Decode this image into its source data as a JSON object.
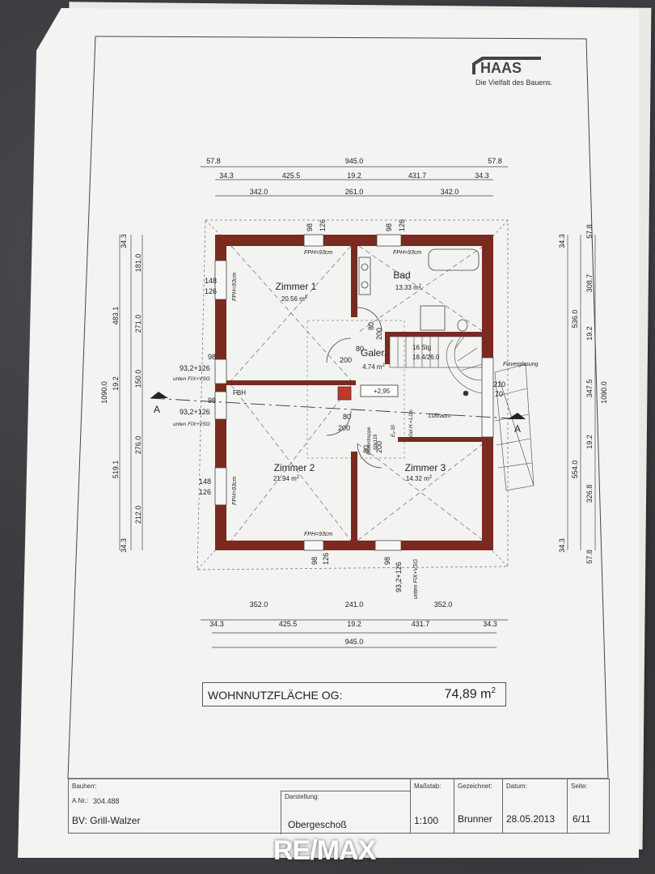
{
  "brand": {
    "name": "HAAS",
    "tagline": "Die Vielfalt des Bauens."
  },
  "dims_top": {
    "row1": [
      "57.8",
      "945.0",
      "57.8"
    ],
    "row2": [
      "34.3",
      "425.5",
      "19.2",
      "431.7",
      "34.3"
    ],
    "row3": [
      "342.0",
      "261.0",
      "342.0"
    ]
  },
  "dims_bottom": {
    "row1": [
      "352.0",
      "241.0",
      "352.0"
    ],
    "row2": [
      "34.3",
      "425.5",
      "19.2",
      "431.7",
      "34.3"
    ],
    "row3": "945.0"
  },
  "dims_left": {
    "outer": "1090.0",
    "mid": [
      "483.1",
      "19.2",
      "519.1"
    ],
    "inner": [
      "34.3",
      "181.0",
      "271.0",
      "150.0",
      "276.0",
      "212.0",
      "34.3"
    ]
  },
  "dims_right": {
    "outer": "1090.0",
    "mid": [
      "57.8",
      "536.0",
      "554.0",
      "57.8"
    ],
    "inner": [
      "34.3",
      "308.7",
      "19.2",
      "347.5",
      "19.2",
      "326.8",
      "34.3"
    ]
  },
  "rooms": {
    "zimmer1": {
      "name": "Zimmer 1",
      "area": "20.56 m"
    },
    "bad": {
      "name": "Bad",
      "area": "13.33 m"
    },
    "galer": {
      "name": "Galer.",
      "area": "4.74 m"
    },
    "zimmer2": {
      "name": "Zimmer 2",
      "area": "21.94 m"
    },
    "zimmer3": {
      "name": "Zimmer 3",
      "area": "14.32 m"
    },
    "sq": "2"
  },
  "annotations": {
    "fph": "FPH=93cm",
    "w148": "148",
    "w126": "126",
    "w98": "98",
    "w93": "93,2+126",
    "unten": "unten FIX+VSG",
    "fbh": "FBH",
    "d80": "80",
    "d200": "200",
    "stairs1": "16 Stg",
    "stairs2": "18.4/26.0",
    "level": "+2,95",
    "luftraum": "Luftraum",
    "fixverglasung": "Fixverglasung",
    "h210": "210",
    "h70": "70",
    "bodentreppe": "Bodentreppe",
    "b6x11": "69x119",
    "e230": "E₂-30",
    "gelh": "Gel.H.=1,0m",
    "section": "A",
    "wb": "93,2+126",
    "wbu": "unten FIX+VSG"
  },
  "area_summary": {
    "label": "WOHNNUTZFLÄCHE OG:",
    "value": "74,89 m",
    "sup": "2"
  },
  "title_block": {
    "bauherr_label": "Bauherr:",
    "anr_label": "A.Nr.:",
    "anr": "304.488",
    "bv": "BV:  Grill-Walzer",
    "darstellung_label": "Darstellung:",
    "darstellung": "Obergeschoß",
    "massstab_label": "Maßstab:",
    "massstab": "1:100",
    "gezeichnet_label": "Gezeichnet:",
    "gezeichnet": "Brunner",
    "datum_label": "Datum:",
    "datum": "28.05.2013",
    "seite_label": "Seite:",
    "seite": "6/11"
  },
  "watermark": "RE/MAX",
  "colors": {
    "wall": "#7a2a1e",
    "line": "#333333",
    "paper": "#f3f3f1"
  }
}
